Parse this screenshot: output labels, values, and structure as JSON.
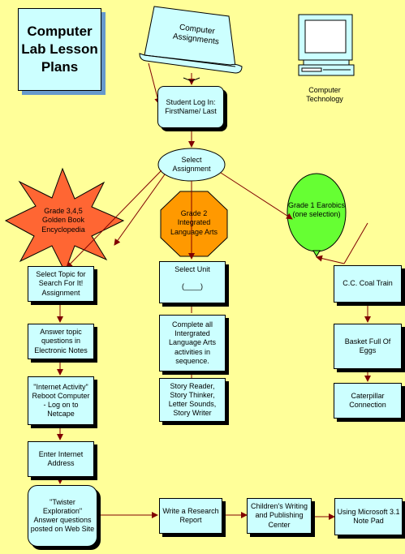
{
  "title": "Computer Lab Lesson Plans",
  "computer_assignments": "Computer Assignments",
  "computer_technology": "Computer Technology",
  "student_login": "Student Log In: FirstName/ Last",
  "select_assignment": "Select Assignment",
  "grade345": "Grade 3,4,5 Golden Book Encyclopedia",
  "grade2": "Grade 2 Integrated Language Arts",
  "grade1": "Grade 1 Earobics (one selection)",
  "left_col": [
    "Select Topic for Search For It! Assignment",
    "Answer topic questions in Electronic Notes",
    "\"Internet Activity\" Reboot Computer - Log on to Netcape",
    "Enter Internet Address",
    "\"Twister Exploration\" Answer questions posted on Web Site"
  ],
  "select_unit": "Select Unit",
  "unit_blank": "(____)",
  "mid_col": [
    "Complete all Intergrated Language Arts activities in sequence.",
    "Story Reader, Story Thinker, Letter Sounds, Story Writer"
  ],
  "right_col": [
    "C.C. Coal Train",
    "Basket Full Of Eggs",
    "Caterpillar Connection"
  ],
  "bottom_row": [
    "Write a Research Report",
    "Children's Writing and Publishing Center",
    "Using Microsoft 3.1 Note Pad"
  ],
  "colors": {
    "background": "#ffff99",
    "box_fill": "#ccffff",
    "star": "#ff6633",
    "octagon": "#ff9900",
    "balloon": "#66ff33",
    "arrow": "#800000"
  }
}
